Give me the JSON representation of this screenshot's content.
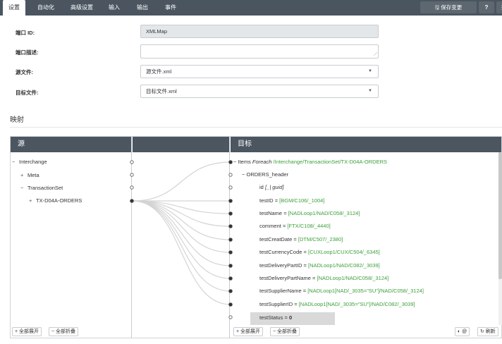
{
  "tabs": [
    "设置",
    "自动化",
    "高级设置",
    "输入",
    "输出",
    "事件"
  ],
  "toolbar": {
    "save_label": "保存变更",
    "help_label": "?",
    "more_label": "⋮"
  },
  "form": {
    "port_id_label": "端口 ID:",
    "port_id_value": "XMLMap",
    "port_desc_label": "端口描述:",
    "port_desc_value": "",
    "source_file_label": "源文件:",
    "source_file_value": "源文件.xml",
    "target_file_label": "目标文件:",
    "target_file_value": "目标文件.xml"
  },
  "mapping": {
    "title": "映射",
    "source_header": "源",
    "target_header": "目标",
    "source_tree": [
      {
        "sym": "−",
        "label": "Interchange"
      },
      {
        "sym": "+",
        "label": "Meta"
      },
      {
        "sym": "−",
        "label": "TransactionSet"
      },
      {
        "sym": "+",
        "label": "TX-D04A-ORDERS"
      }
    ],
    "target_items": {
      "sym": "−",
      "name": "Items",
      "keyword": "Foreach",
      "path": "/Interchange/TransactionSet/TX-D04A-ORDERS"
    },
    "target_header_node": {
      "sym": "−",
      "name": "ORDERS_header"
    },
    "target_id": {
      "name": "id",
      "expr": "[_| guid]"
    },
    "target_fields": [
      {
        "name": "testID",
        "expr": "[BGM/C106/_1004]"
      },
      {
        "name": "testName",
        "expr": "[NADLoop1/NAD/C058/_3124]"
      },
      {
        "name": "comment",
        "expr": "[FTX/C108/_4440]"
      },
      {
        "name": "testCreatDate",
        "expr": "[DTM/C507/_2380]"
      },
      {
        "name": "testCurrencyCode",
        "expr": "[CUXLoop1/CUX/C504/_6345]"
      },
      {
        "name": "testDeliveryPartID",
        "expr": "[NADLoop1/NAD/C082/_3039]"
      },
      {
        "name": "testDeliveryPartName",
        "expr": "[NADLoop1/NAD/C058/_3124]"
      },
      {
        "name": "testSupplierName",
        "expr": "[NADLoop1[NAD/_3035=\"SU\"]/NAD/C058/_3124]"
      },
      {
        "name": "testSupplierID",
        "expr": "[NADLoop1[NAD/_3035=\"SU\"]/NAD/C082/_3039]"
      }
    ],
    "target_status": {
      "name": "testStatus",
      "expr": "0"
    },
    "footer": {
      "expand_all": "+ 全部展开",
      "collapse_all": "− 全部折叠",
      "expand_all_right": "+ 全部展开",
      "collapse_all_right": "− 全部折叠",
      "view_label": "◐ @",
      "refresh_label": "↻ 刷新"
    }
  }
}
